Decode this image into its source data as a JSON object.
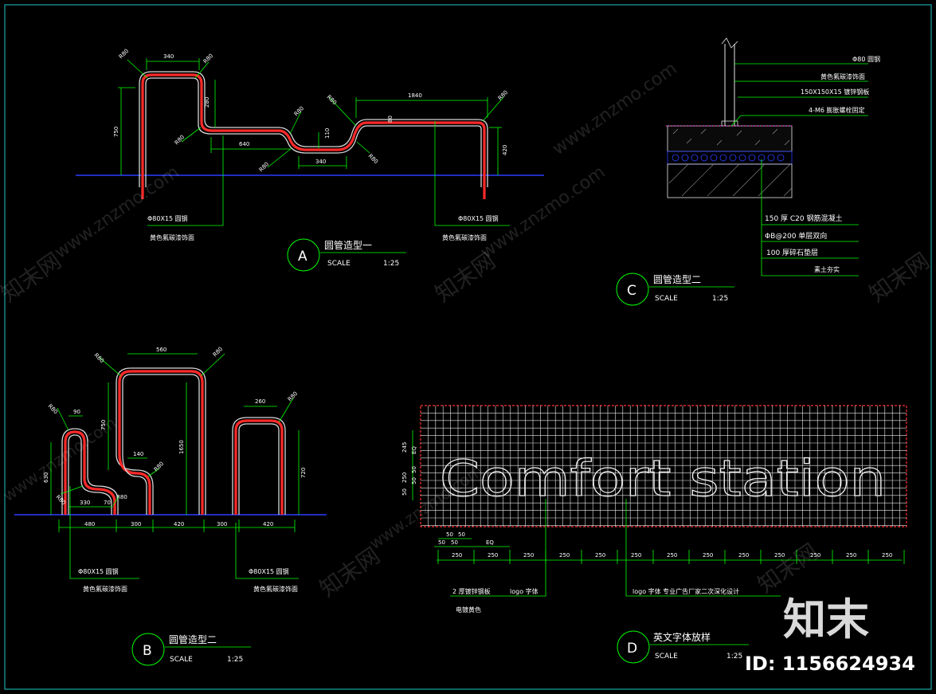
{
  "drawing": {
    "frame_color": "#20c8c8",
    "dim_color": "#00ff00",
    "pipe_color": "#ff2a2a",
    "ground_color": "#2a3cff"
  },
  "section_a": {
    "circle_letter": "A",
    "title": "圆管造型一",
    "scale_label": "SCALE",
    "scale_value": "1:25",
    "radius_labels": [
      "R80",
      "R80",
      "R80",
      "R80",
      "R80",
      "R80",
      "R80",
      "R80"
    ],
    "dims": [
      "340",
      "280",
      "750",
      "640",
      "110",
      "340",
      "1840",
      "80",
      "420"
    ],
    "note_left_spec": "Φ80X15   圆钢",
    "note_left_finish": "黄色氟碳漆饰面",
    "note_right_spec": "Φ80X15   圆钢",
    "note_right_finish": "黄色氟碳漆饰面"
  },
  "section_b": {
    "circle_letter": "B",
    "title": "圆管造型二",
    "scale_label": "SCALE",
    "scale_value": "1:25",
    "radius_labels": [
      "R80",
      "R80",
      "R80",
      "R80",
      "R80",
      "R80",
      "R80"
    ],
    "dims_top": [
      "560",
      "90",
      "260",
      "140"
    ],
    "dims_side": [
      "750",
      "1650",
      "630",
      "720"
    ],
    "dims_small": [
      "330",
      "70"
    ],
    "dims_bottom": [
      "480",
      "300",
      "420",
      "300",
      "420"
    ],
    "note_left_spec": "Φ80X15   圆钢",
    "note_left_finish": "黄色氟碳漆饰面",
    "note_right_spec": "Φ80X15   圆钢",
    "note_right_finish": "黄色氟碳漆饰面"
  },
  "section_c": {
    "circle_letter": "C",
    "title": "圆管造型二",
    "scale_label": "SCALE",
    "scale_value": "1:25",
    "notes_top": [
      "Φ80   圆钢",
      "黄色氟碳漆饰面",
      "150X150X15   镀锌钢板",
      "4-M6 膨胀螺栓固定"
    ],
    "notes_bottom": [
      "150  厚  C20 钢筋混凝土",
      "ΦB@200 单层双向",
      "100  厚碎石垫层",
      "素土夯实"
    ]
  },
  "section_d": {
    "circle_letter": "D",
    "title": "英文字体放样",
    "scale_label": "SCALE",
    "scale_value": "1:25",
    "sign_text": "Comfort station",
    "dims_left": [
      "245",
      "EQ",
      "250",
      "50",
      "50",
      "50"
    ],
    "dims_bottom_small": [
      "50",
      "50",
      "50",
      "50",
      "EQ"
    ],
    "dims_bottom": [
      "250",
      "250",
      "250",
      "250",
      "250",
      "250",
      "250",
      "250",
      "250",
      "250",
      "250",
      "250",
      "250"
    ],
    "note_1": "2 厚镀锌钢板",
    "note_2": "logo 字体",
    "note_3": "电镀黄色",
    "note_4": "logo 字体      专业广告厂家二次深化设计"
  },
  "watermark": {
    "brand": "知末",
    "id_text": "ID: 1156624934",
    "repeat_cn": "知末网",
    "repeat_en": "www.znzmo.com"
  }
}
